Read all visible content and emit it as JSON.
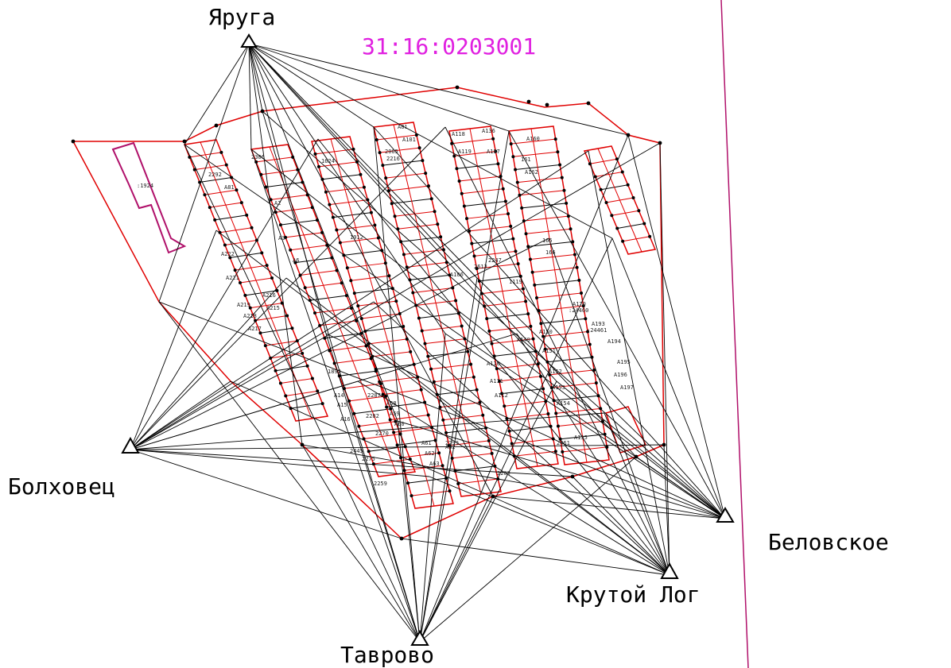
{
  "cadastral_quarter": "31:16:0203001",
  "stations": {
    "yaruga": "Яруга",
    "bolkhovets": "Болховец",
    "tavrovo": "Таврово",
    "krutoy_log": "Крутой Лог"
  },
  "settlement": "Беловское",
  "parcel_main": ":1924",
  "labels": {
    "a81": "А81",
    "a101": "А101",
    "a118": "А118",
    "a119": "А119",
    "a136": "А136",
    "a137": "А137",
    "a160": "А160",
    "a161": "161",
    "a162": "А162",
    "a193": "А193",
    "n24461": ":24461",
    "a170": "А170",
    "n24460": ":24460",
    "a194": "А194",
    "a195": "А195",
    "a196": "А196",
    "a197": "А197",
    "a2": "А2",
    "a3": "А3",
    "a6": "А6",
    "a14": "А14",
    "a15": "А15",
    "a16": "А16",
    "a222": "А222",
    "a221": "А221",
    "a219": "А219",
    "a218": "А218",
    "a217": "А217",
    "a216": "А216",
    "a215": "А215",
    "a58": "А58",
    "a59": "А59",
    "a60": "А60",
    "a61": "А61",
    "a62": "А62",
    "a63": "А63",
    "a81b": "А81",
    "a82": "А82",
    "a106": "А106",
    "a110": "А110",
    "a111": "А111",
    "a112": "А112",
    "a149": "А149",
    "a150": "А150",
    "a151": "А151",
    "a152": "А152",
    "a153": "А153",
    "a154": "А154",
    "a155": "А155",
    "a165": "165",
    "a166": "166",
    "n1912": "1912",
    "n2292": "2292",
    "n2306": "2306",
    "n2216": "2216",
    "n2065": "2065",
    "n2613": "2613",
    "n1119": "1119",
    "n2247": "2247",
    "n1624": "1624",
    "n2445": "2445",
    "n2275": "2275",
    "n1892": "1892",
    "n2209": "2209",
    "n2299": "2299",
    "n2461": "2461",
    "n2259": "2259",
    "n2287": "2287",
    "n2282": "2282",
    "n2270": "2270"
  },
  "colors": {
    "boundary": "#e00000",
    "survey_lines": "#000000",
    "cadastral_number": "#e020e0",
    "municipal_boundary": "#b0106a",
    "tiny_labels": "#2a2ab0"
  }
}
